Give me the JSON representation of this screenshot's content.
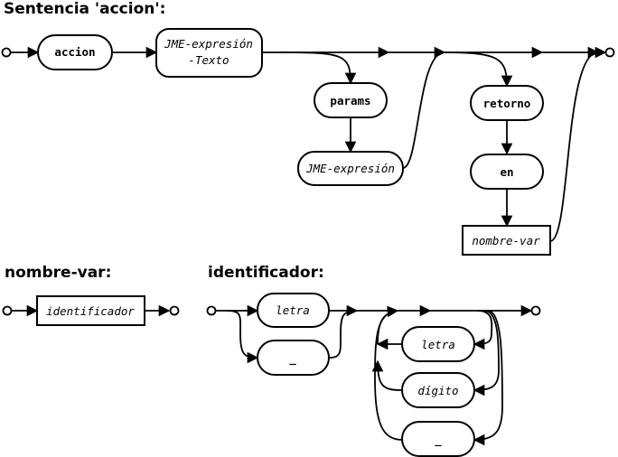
{
  "titles": {
    "sentencia": "Sentencia 'accion':",
    "nombre_var": "nombre-var:",
    "identificador": "identificador:"
  },
  "nodes": {
    "accion": "accion",
    "jme_texto_line1": "JME-expresión",
    "jme_texto_line2": "-Texto",
    "params": "params",
    "jme_expresion": "JME-expresión",
    "retorno": "retorno",
    "en": "en",
    "nombre_var": "nombre-var",
    "identificador_box": "identificador",
    "letra_1": "letra",
    "underscore_1": "_",
    "letra_2": "letra",
    "digito": "dígito",
    "underscore_2": "_"
  }
}
